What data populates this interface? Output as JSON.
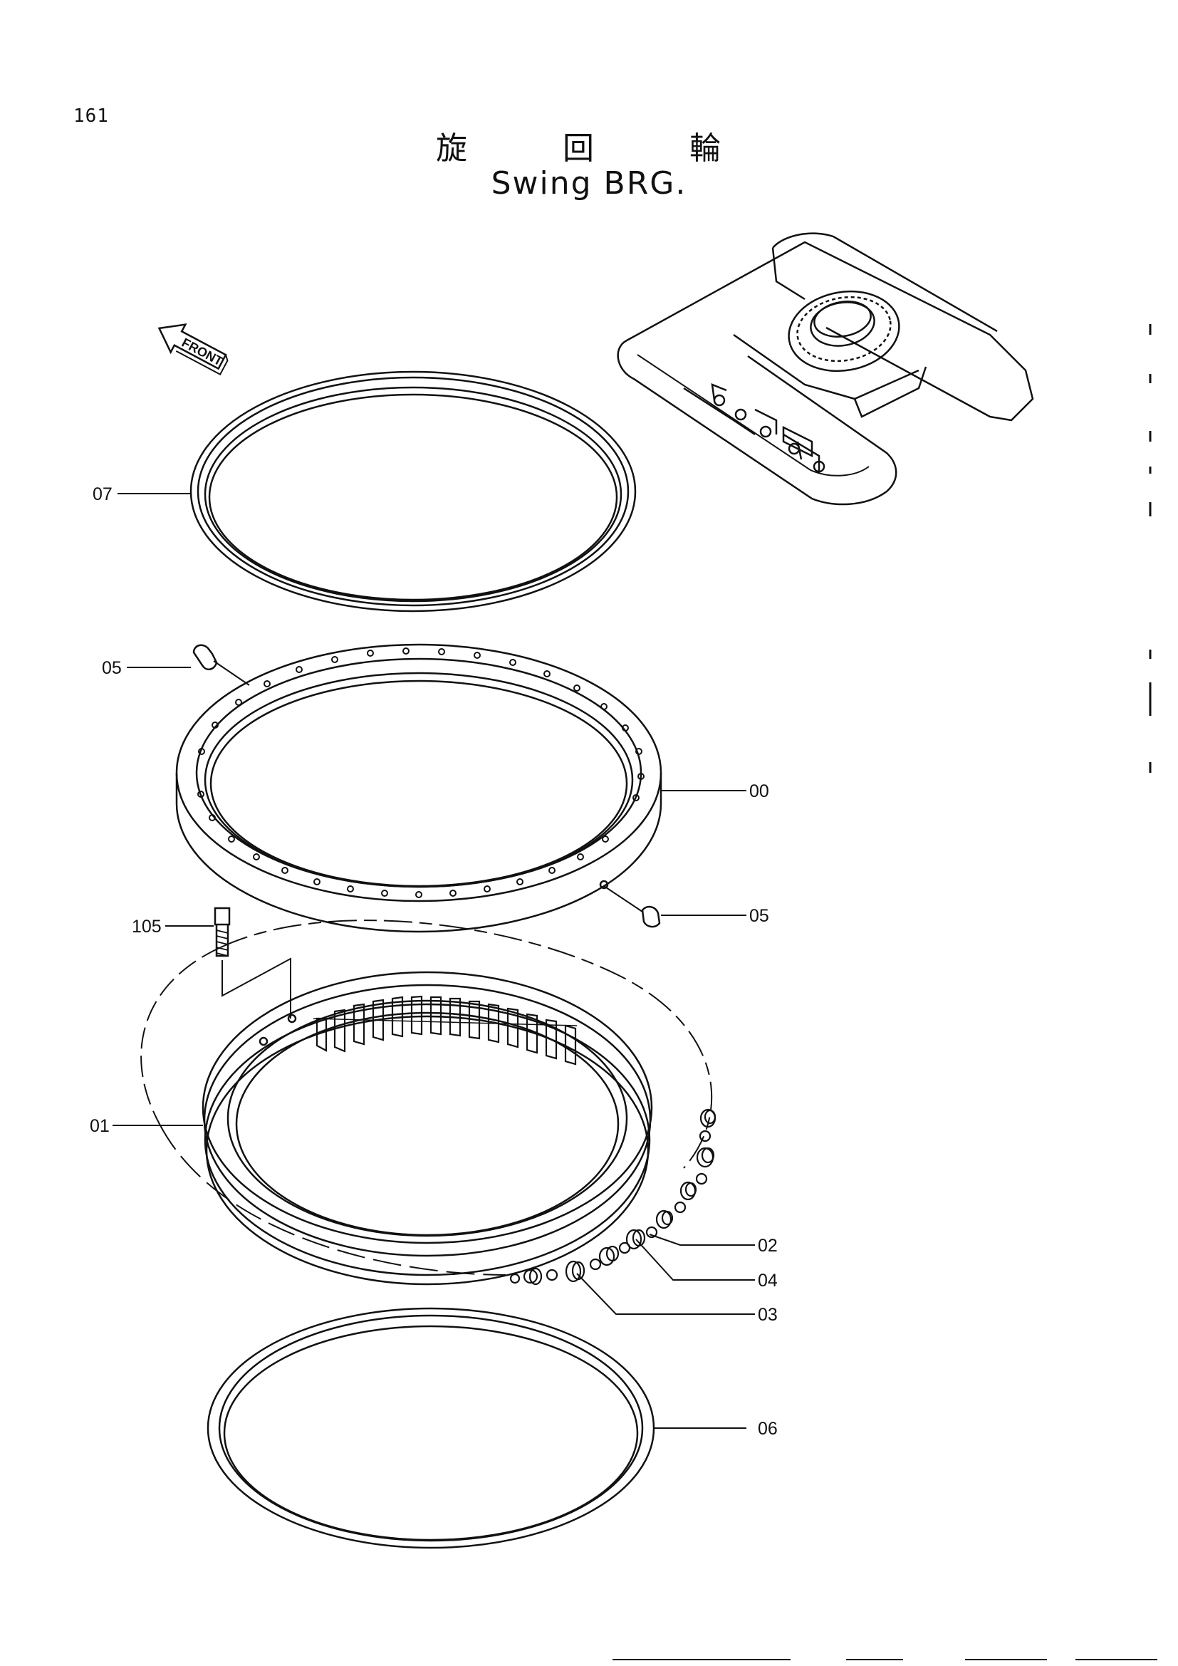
{
  "page": {
    "number": "161"
  },
  "title": {
    "japanese": "旋 回 輪",
    "english": "Swing BRG."
  },
  "direction_label": "FRONT",
  "callouts": {
    "part_07": "07",
    "part_05_top": "05",
    "part_00": "00",
    "part_05_bottom": "05",
    "part_105": "105",
    "part_01": "01",
    "part_02": "02",
    "part_04": "04",
    "part_03": "03",
    "part_06": "06"
  },
  "colors": {
    "line": "#111111",
    "background": "#ffffff"
  }
}
